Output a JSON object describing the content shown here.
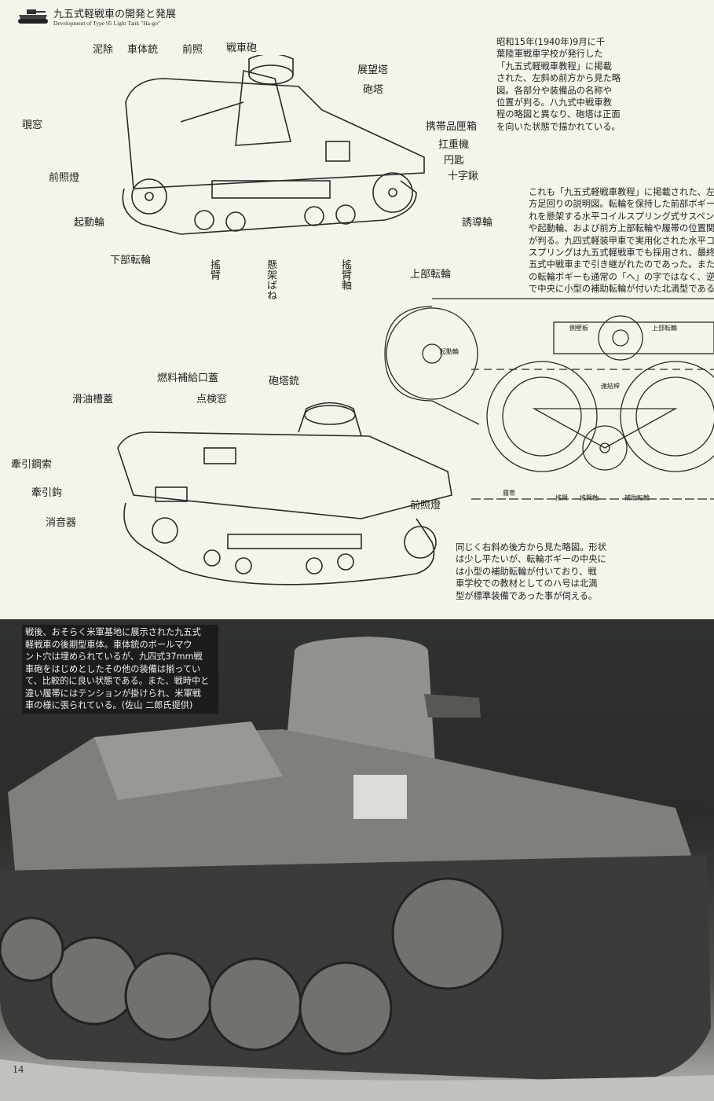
{
  "header": {
    "title_jp": "九五式軽戦車の開発と発展",
    "title_en": "Development of Type 95 Light Tank \"Ha-go\"",
    "logo_icon": "tank-icon"
  },
  "captions": {
    "top_right": [
      "昭和15年(1940年)9月に千",
      "葉陸軍戦車学校が発行した",
      "「九五式軽戦車教程」に掲載",
      "された、左斜め前方から見た略",
      "図。各部分や装備品の名称や",
      "位置が判る。八九式中戦車教",
      "程の略図と異なり、砲塔は正面",
      "を向いた状態で描かれている。"
    ],
    "middle_right": [
      "これも「九五式軽戦車教程」に掲載された、左側",
      "方足回りの説明図。転輪を保持した前部ボギー、",
      "れを懸架する水平コイルスプリング式サスペンシ",
      "や起動輪、および前方上部転輪や履帯の位置関",
      "が判る。九四式軽装甲車で実用化された水平コイ",
      "スプリングは九五式軽戦車でも採用され、最終的",
      "五式中戦車まで引き継がれたのであった。また図",
      "の転輪ボギーも通常の「ヘ」の字ではなく、逆三角",
      "で中央に小型の補助転輪が付いた北満型である"
    ],
    "lower_right": [
      "同じく右斜め後方から見た略図。形状",
      "は少し平たいが、転輪ボギーの中央に",
      "は小型の補助転輪が付いており、戦",
      "車学校での教材としてのハ号は北満",
      "型が標準装備であった事が伺える。"
    ],
    "photo": [
      "戦後、おそらく米軍基地に展示された九五式",
      "軽戦車の後期型車体。車体銃のボールマウ",
      "ント穴は埋められているが、九四式37mm戦",
      "車砲をはじめとしたその他の装備は揃ってい",
      "て、比較的に良い状態である。また、戦時中と",
      "違い履帯にはテンションが掛けられ、米軍戦",
      "車の様に張られている。(佐山 二郎氏提供)"
    ]
  },
  "diagram1_labels": {
    "mudguard": "泥除",
    "hull_gun": "車体銃",
    "headlight": "前照",
    "tank_gun": "戦車砲",
    "cupola": "展望塔",
    "turret": "砲塔",
    "vision_port": "覗窓",
    "front_light": "前照燈",
    "tool_box": "携帯品匣箱",
    "jack": "扛重機",
    "shovel": "円匙",
    "pickaxe": "十字鍬",
    "sprocket": "起動輪",
    "idler": "誘導輪",
    "lower_roller": "下部転輪",
    "arm": "搖臂",
    "spring": "懸架ばね",
    "arm_axle": "搖臂軸",
    "upper_roller": "上部転輪"
  },
  "diagram2_labels": {
    "fuel_cap": "燃料補給口蓋",
    "oil_cap": "滑油槽蓋",
    "inspection": "点検窓",
    "turret_mg": "砲塔銃",
    "tow_cable": "牽引鋼索",
    "tow_hook": "牽引鈎",
    "muffler": "消音器",
    "front_light": "前照燈"
  },
  "diagram3_labels": {
    "sprocket": "起動輪",
    "upper_roller": "上部転輪",
    "frame": "側壁板",
    "rod": "連結桿",
    "track": "履帯",
    "arm": "搖臂",
    "arm_axle": "搖臂軸",
    "aux_roller": "補助転輪"
  },
  "page_number": "14"
}
